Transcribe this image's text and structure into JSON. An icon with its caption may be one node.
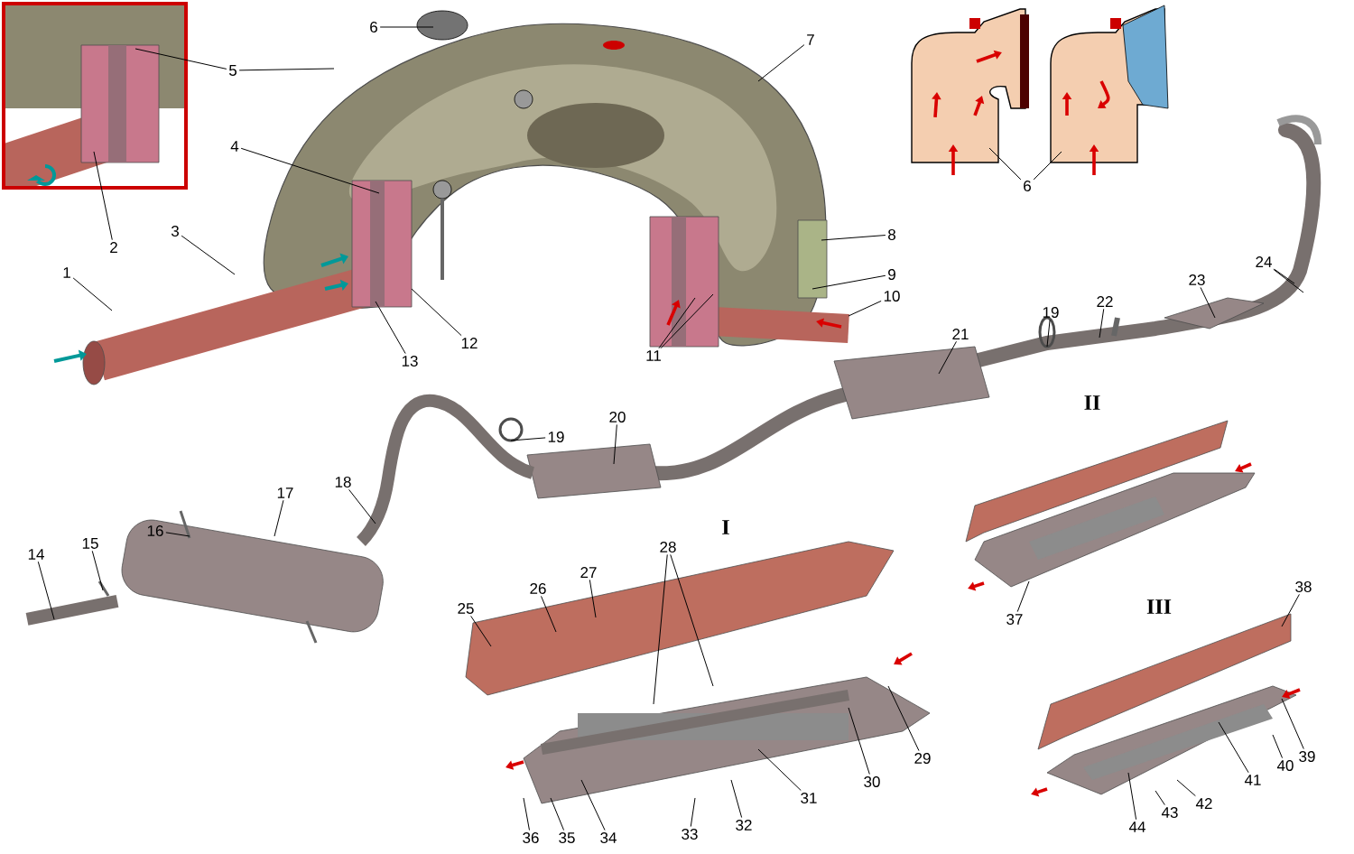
{
  "diagram": {
    "nodes": [
      {
        "text": [
          "1"
        ]
      },
      {
        "text": [
          "2"
        ]
      },
      {
        "text": [
          "3"
        ]
      },
      {
        "text": [
          "4"
        ]
      },
      {
        "text": [
          "5"
        ]
      },
      {
        "text": [
          "6"
        ]
      },
      {
        "text": [
          "6"
        ]
      },
      {
        "text": [
          "7"
        ]
      },
      {
        "text": [
          "8"
        ]
      },
      {
        "text": [
          "9"
        ]
      },
      {
        "text": [
          "10"
        ]
      },
      {
        "text": [
          "11"
        ]
      },
      {
        "text": [
          "12"
        ]
      },
      {
        "text": [
          "13"
        ]
      },
      {
        "text": [
          "14"
        ]
      },
      {
        "text": [
          "15"
        ]
      },
      {
        "text": [
          "16"
        ]
      },
      {
        "text": [
          "17"
        ]
      },
      {
        "text": [
          "18"
        ]
      },
      {
        "text": [
          "19"
        ]
      },
      {
        "text": [
          "20"
        ]
      },
      {
        "text": [
          "21"
        ]
      },
      {
        "text": [
          "19"
        ]
      },
      {
        "text": [
          "22"
        ]
      },
      {
        "text": [
          "23"
        ]
      },
      {
        "text": [
          "24"
        ]
      },
      {
        "text": [
          "25"
        ]
      },
      {
        "text": [
          "26"
        ]
      },
      {
        "text": [
          "27"
        ]
      },
      {
        "text": [
          "28"
        ]
      },
      {
        "text": [
          "29"
        ]
      },
      {
        "text": [
          "30"
        ]
      },
      {
        "text": [
          "31"
        ]
      },
      {
        "text": [
          "32"
        ]
      },
      {
        "text": [
          "33"
        ]
      },
      {
        "text": [
          "34"
        ]
      },
      {
        "text": [
          "35"
        ]
      },
      {
        "text": [
          "36"
        ]
      },
      {
        "text": [
          "37"
        ]
      },
      {
        "text": [
          "38"
        ]
      },
      {
        "text": [
          "39"
        ]
      },
      {
        "text": [
          "40"
        ]
      },
      {
        "text": [
          "41"
        ]
      },
      {
        "text": [
          "42"
        ]
      },
      {
        "text": [
          "43"
        ]
      },
      {
        "text": [
          "44"
        ]
      }
    ],
    "edges": [
      {
        "from": 0,
        "to": null,
        "arrow": "none"
      },
      {
        "from": 1,
        "to": null,
        "arrow": "none"
      },
      {
        "from": 2,
        "to": null,
        "arrow": "none"
      },
      {
        "from": 3,
        "to": null,
        "arrow": "none"
      },
      {
        "from": 4,
        "to": null,
        "arrow": "none"
      },
      {
        "from": 4,
        "to": null,
        "arrow": "none"
      },
      {
        "from": 5,
        "to": null,
        "arrow": "none"
      },
      {
        "from": 6,
        "to": null,
        "arrow": "none"
      },
      {
        "from": 6,
        "to": null,
        "arrow": "none"
      },
      {
        "from": 7,
        "to": null,
        "arrow": "none"
      },
      {
        "from": 8,
        "to": null,
        "arrow": "none"
      },
      {
        "from": 9,
        "to": null,
        "arrow": "none"
      },
      {
        "from": 10,
        "to": null,
        "arrow": "none"
      },
      {
        "from": 11,
        "to": null,
        "arrow": "none"
      },
      {
        "from": 11,
        "to": null,
        "arrow": "none"
      },
      {
        "from": 12,
        "to": null,
        "arrow": "none"
      },
      {
        "from": 13,
        "to": null,
        "arrow": "none"
      },
      {
        "from": 14,
        "to": null,
        "arrow": "none"
      },
      {
        "from": 15,
        "to": null,
        "arrow": "none"
      },
      {
        "from": 16,
        "to": null,
        "arrow": "none"
      },
      {
        "from": 17,
        "to": null,
        "arrow": "none"
      },
      {
        "from": 18,
        "to": null,
        "arrow": "none"
      },
      {
        "from": 19,
        "to": null,
        "arrow": "none"
      },
      {
        "from": 20,
        "to": null,
        "arrow": "none"
      },
      {
        "from": 21,
        "to": null,
        "arrow": "none"
      },
      {
        "from": 22,
        "to": null,
        "arrow": "none"
      },
      {
        "from": 23,
        "to": null,
        "arrow": "none"
      },
      {
        "from": 24,
        "to": null,
        "arrow": "none"
      },
      {
        "from": 25,
        "to": null,
        "arrow": "none"
      },
      {
        "from": 25,
        "to": null,
        "arrow": "none"
      },
      {
        "from": 26,
        "to": null,
        "arrow": "none"
      },
      {
        "from": 27,
        "to": null,
        "arrow": "none"
      },
      {
        "from": 28,
        "to": null,
        "arrow": "none"
      },
      {
        "from": 29,
        "to": null,
        "arrow": "none"
      },
      {
        "from": 29,
        "to": null,
        "arrow": "none"
      },
      {
        "from": 30,
        "to": null,
        "arrow": "none"
      },
      {
        "from": 31,
        "to": null,
        "arrow": "none"
      },
      {
        "from": 32,
        "to": null,
        "arrow": "none"
      },
      {
        "from": 33,
        "to": null,
        "arrow": "none"
      },
      {
        "from": 34,
        "to": null,
        "arrow": "none"
      },
      {
        "from": 35,
        "to": null,
        "arrow": "none"
      },
      {
        "from": 36,
        "to": null,
        "arrow": "none"
      },
      {
        "from": 37,
        "to": null,
        "arrow": "none"
      },
      {
        "from": 38,
        "to": null,
        "arrow": "none"
      },
      {
        "from": 39,
        "to": null,
        "arrow": "none"
      },
      {
        "from": 40,
        "to": null,
        "arrow": "none"
      },
      {
        "from": 41,
        "to": null,
        "arrow": "none"
      },
      {
        "from": 42,
        "to": null,
        "arrow": "none"
      },
      {
        "from": 43,
        "to": null,
        "arrow": "none"
      },
      {
        "from": 44,
        "to": null,
        "arrow": "none"
      },
      {
        "from": 45,
        "to": null,
        "arrow": "none"
      }
    ],
    "labels": [
      "II",
      "I",
      "III"
    ]
  }
}
